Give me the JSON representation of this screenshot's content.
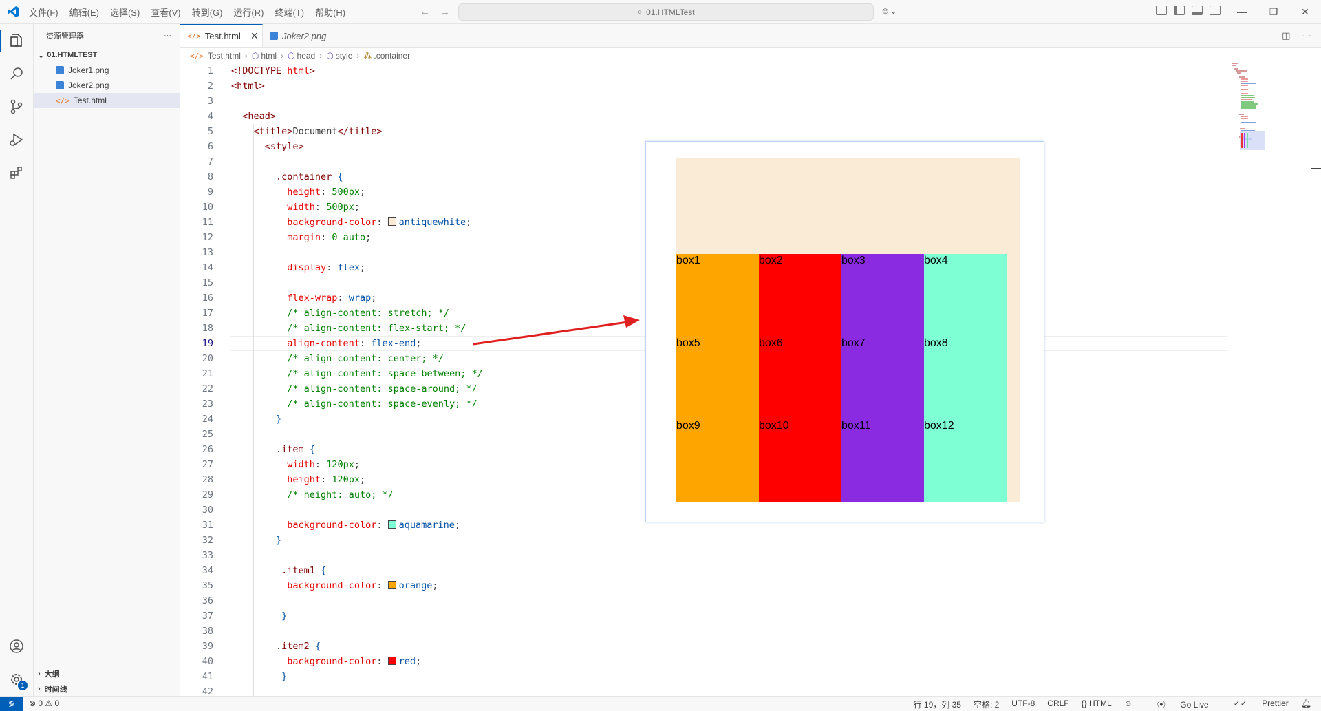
{
  "menu": [
    "文件(F)",
    "编辑(E)",
    "选择(S)",
    "查看(V)",
    "转到(G)",
    "运行(R)",
    "终端(T)",
    "帮助(H)"
  ],
  "search": {
    "text": "01.HTMLTest"
  },
  "sidebar": {
    "title": "资源管理器",
    "folder": "01.HTMLTEST",
    "files": [
      {
        "name": "Joker1.png",
        "icon": "image-file-icon"
      },
      {
        "name": "Joker2.png",
        "icon": "image-file-icon"
      },
      {
        "name": "Test.html",
        "icon": "html-file-icon"
      }
    ],
    "outline": "大纲",
    "timeline": "时间线"
  },
  "tabs": [
    {
      "label": "Test.html",
      "active": true
    },
    {
      "label": "Joker2.png",
      "active": false
    }
  ],
  "breadcrumb": [
    "Test.html",
    "html",
    "head",
    "style",
    ".container"
  ],
  "editor": {
    "current_line": 19,
    "lines": [
      "<!DOCTYPE html>",
      "<html>",
      "",
      "  <head>",
      "    <title>Document</title>",
      "      <style>",
      "",
      "        .container {",
      "          height: 500px;",
      "          width: 500px;",
      "          background-color: antiquewhite;",
      "          margin: 0 auto;",
      "",
      "          display: flex;",
      "",
      "          flex-wrap: wrap;",
      "          /* align-content: stretch; */",
      "          /* align-content: flex-start; */",
      "          align-content: flex-end;",
      "          /* align-content: center; */",
      "          /* align-content: space-between; */",
      "          /* align-content: space-around; */",
      "          /* align-content: space-evenly; */",
      "        }",
      "",
      "        .item {",
      "          width: 120px;",
      "          height: 120px;",
      "          /* height: auto; */",
      "",
      "          background-color: aquamarine;",
      "        }",
      "",
      "         .item1 {",
      "          background-color: orange;",
      "",
      "         }",
      "",
      "        .item2 {",
      "          background-color: red;",
      "         }",
      ""
    ]
  },
  "preview": {
    "boxes": [
      {
        "label": "box1",
        "color": "#ffa500"
      },
      {
        "label": "box2",
        "color": "#ff0000"
      },
      {
        "label": "box3",
        "color": "#8a2be2"
      },
      {
        "label": "box4",
        "color": "#7fffd4"
      },
      {
        "label": "box5",
        "color": "#ffa500"
      },
      {
        "label": "box6",
        "color": "#ff0000"
      },
      {
        "label": "box7",
        "color": "#8a2be2"
      },
      {
        "label": "box8",
        "color": "#7fffd4"
      },
      {
        "label": "box9",
        "color": "#ffa500"
      },
      {
        "label": "box10",
        "color": "#ff0000"
      },
      {
        "label": "box11",
        "color": "#8a2be2"
      },
      {
        "label": "box12",
        "color": "#7fffd4"
      }
    ],
    "container_color": "#faebd7"
  },
  "statusbar": {
    "problems": "⊗ 0 ⚠ 0",
    "position": "行 19，列 35",
    "spaces": "空格: 2",
    "encoding": "UTF-8",
    "eol": "CRLF",
    "language": "{} HTML",
    "golive": "Go Live",
    "prettier": "Prettier"
  },
  "colors": {
    "accent": "#005fb8",
    "arrow": "#e02020"
  }
}
